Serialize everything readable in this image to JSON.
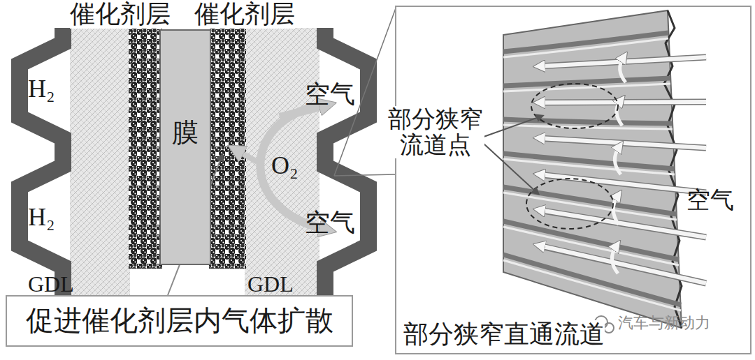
{
  "diagram": {
    "nodes": [
      {
        "text": [
          "膜"
        ]
      },
      {
        "text": [
          "促进催化剂层内气体扩散"
        ]
      },
      {
        "text": [
          "部分狭窄直通流道"
        ]
      }
    ],
    "labels": [
      "催化剂层",
      "催化剂层",
      "H₂",
      "H₂",
      "空气",
      "O₂",
      "空气",
      "GDL",
      "GDL",
      "部分狭窄 流道点",
      "空气",
      "汽车与新动力"
    ]
  }
}
